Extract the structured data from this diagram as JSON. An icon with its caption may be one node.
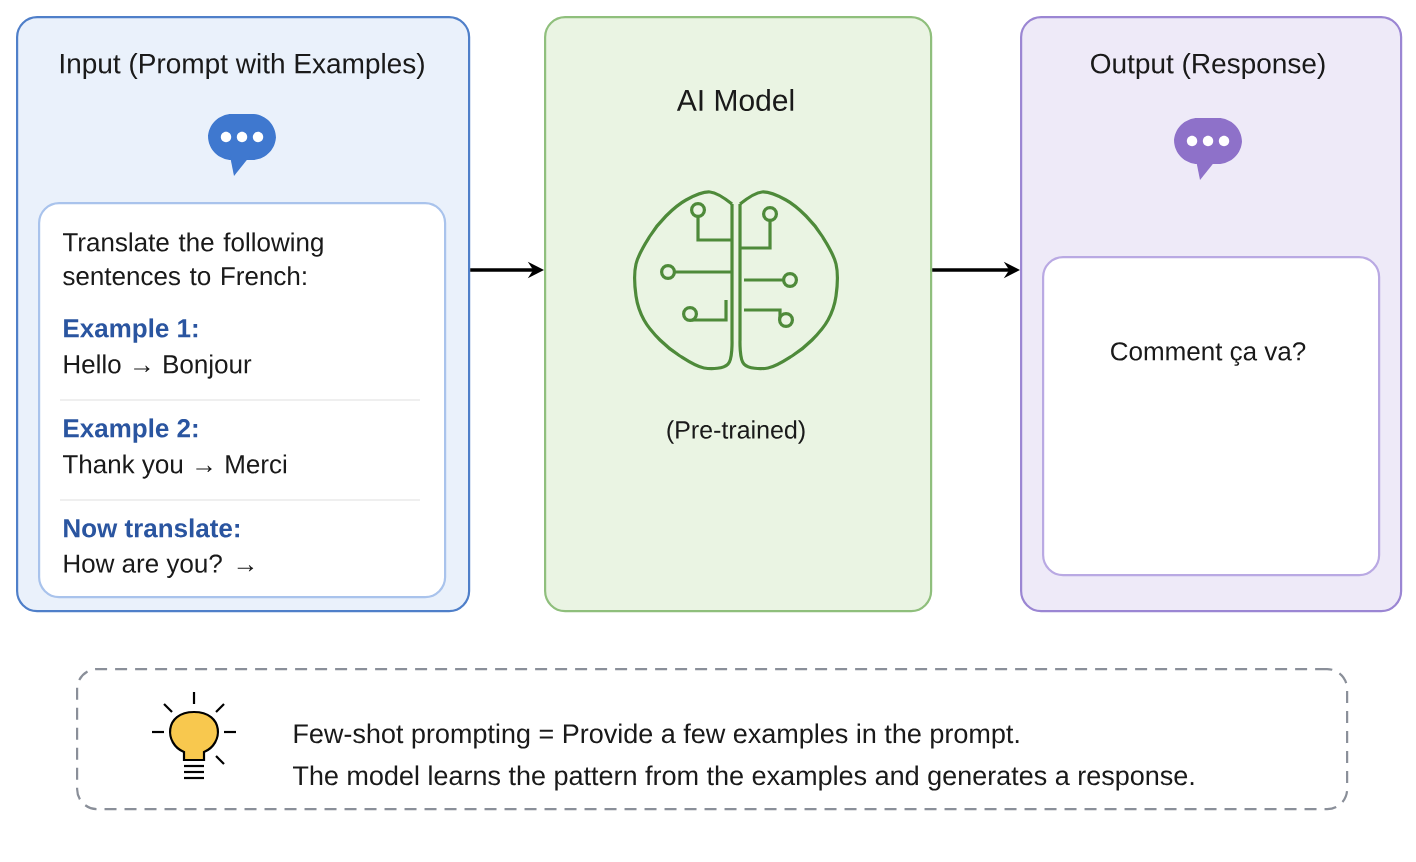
{
  "diagram": {
    "nodes": [
      {
        "text": [
          "Input (Prompt with Examples)"
        ]
      },
      {
        "text": [
          "Translate the following sentences to French:",
          "Example 1:",
          "Hello → Bonjour",
          "Example 2:",
          "Thank you → Merci",
          "Now translate:",
          "How are you? →"
        ],
        "in": 0
      },
      {
        "text": [
          "AI Model",
          "(Pre-trained)"
        ]
      },
      {
        "text": [
          "Output (Response)"
        ]
      },
      {
        "text": [
          "Comment ça va?"
        ],
        "in": 3
      },
      {
        "text": [
          "Few-shot prompting = Provide a few examples in the prompt.",
          "The model learns the pattern from the examples and generates a response."
        ]
      }
    ],
    "edges": [
      {
        "from": 0,
        "to": 2,
        "arrow": "to"
      },
      {
        "from": 2,
        "to": 3,
        "arrow": "to"
      }
    ]
  }
}
